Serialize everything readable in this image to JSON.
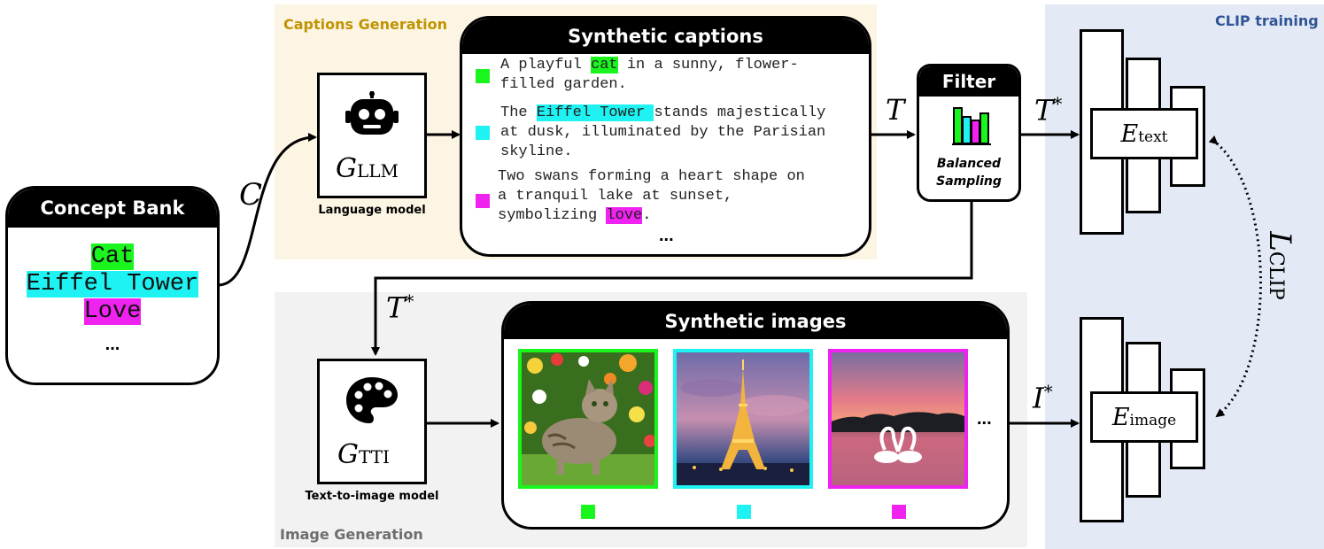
{
  "regions": {
    "captions_generation": "Captions Generation",
    "image_generation": "Image Generation",
    "clip_training": "CLIP training"
  },
  "concept_bank": {
    "title": "Concept Bank",
    "items": [
      {
        "text": "Cat",
        "color": "#19f51d"
      },
      {
        "text": "Eiffel Tower",
        "color": "#1ef2f2"
      },
      {
        "text": "Love",
        "color": "#ef22ef"
      }
    ],
    "ellipsis": "..."
  },
  "symbols": {
    "concepts": "C",
    "captions": "T",
    "captions_star": "T",
    "images_star": "I",
    "star": "*",
    "loss_main": "L",
    "loss_sub": "CLIP"
  },
  "language_model": {
    "symbol": "G",
    "subscript": "LLM",
    "label": "Language model",
    "icon": "robot-icon"
  },
  "tti_model": {
    "symbol": "G",
    "subscript": "TTI",
    "label": "Text-to-image model",
    "icon": "palette-icon"
  },
  "synthetic_captions": {
    "title": "Synthetic captions",
    "captions": [
      {
        "pre": "A playful ",
        "hl": "cat",
        "post": " in a sunny, flower-",
        "line2": "filled garden.",
        "color": "#19f51d"
      },
      {
        "pre": "The ",
        "hl": "Eiffel Tower ",
        "post": "stands majestically",
        "line2": "at dusk, illuminated by the Parisian",
        "line3": "skyline.",
        "color": "#1ef2f2"
      },
      {
        "line1": "Two swans forming a heart shape on",
        "line2": "a tranquil lake at sunset,",
        "pre3": "symbolizing ",
        "hl": "love",
        "post3": ".",
        "color": "#ef22ef"
      }
    ],
    "ellipsis": "..."
  },
  "filter": {
    "title": "Filter",
    "label_line1": "Balanced",
    "label_line2": "Sampling",
    "icon": "bar-chart-icon"
  },
  "synthetic_images": {
    "title": "Synthetic images",
    "images": [
      {
        "subject": "cat",
        "color": "#19f51d"
      },
      {
        "subject": "eiffel-tower",
        "color": "#1ef2f2"
      },
      {
        "subject": "swans",
        "color": "#ef22ef"
      }
    ],
    "ellipsis": "..."
  },
  "encoders": {
    "text": {
      "symbol": "E",
      "subscript": "text"
    },
    "image": {
      "symbol": "E",
      "subscript": "image"
    }
  }
}
